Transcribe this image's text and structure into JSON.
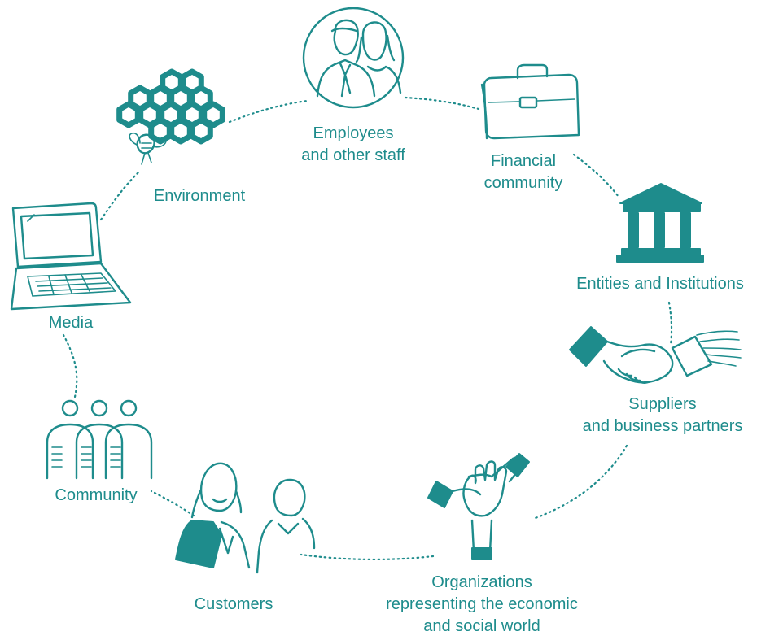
{
  "colors": {
    "accent": "#1e8c8c",
    "ink": "#1e8c8c"
  },
  "nodes": [
    {
      "id": "employees",
      "icon": "employees-icon",
      "lines": [
        "Employees",
        "and other staff"
      ]
    },
    {
      "id": "financial",
      "icon": "briefcase-icon",
      "lines": [
        "Financial",
        "community"
      ]
    },
    {
      "id": "entities",
      "icon": "institution-building-icon",
      "lines": [
        "Entities and Institutions"
      ]
    },
    {
      "id": "suppliers",
      "icon": "handshake-icon",
      "lines": [
        "Suppliers",
        "and business partners"
      ]
    },
    {
      "id": "organizations",
      "icon": "joined-hands-icon",
      "lines": [
        "Organizations",
        "representing the economic",
        "and social world"
      ]
    },
    {
      "id": "customers",
      "icon": "customers-meeting-icon",
      "lines": [
        "Customers"
      ]
    },
    {
      "id": "community",
      "icon": "community-people-icon",
      "lines": [
        "Community"
      ]
    },
    {
      "id": "media",
      "icon": "laptop-icon",
      "lines": [
        "Media"
      ]
    },
    {
      "id": "environment",
      "icon": "honeycomb-bee-icon",
      "lines": [
        "Environment"
      ]
    }
  ]
}
